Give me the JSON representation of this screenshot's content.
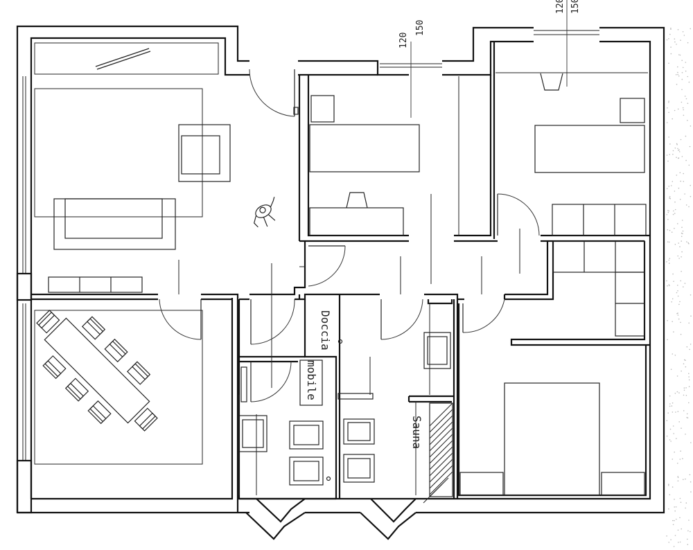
{
  "labels": {
    "doccia": "Doccia",
    "mobile": "mobile",
    "sauna": "Sauna"
  },
  "dimensions": {
    "window_bedroom_1": [
      "150",
      "120"
    ],
    "window_bedroom_2": [
      "150",
      "120"
    ]
  },
  "colors": {
    "line": "#111111",
    "background": "#ffffff",
    "terrain": "#bbbbbb"
  },
  "icons": {
    "person": "person-icon",
    "dining_set": "dining-table-icon"
  }
}
